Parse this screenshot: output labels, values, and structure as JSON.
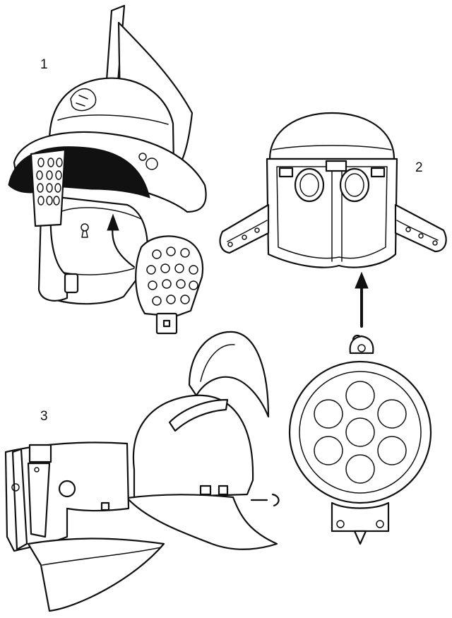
{
  "figure": {
    "labels": {
      "one": "1",
      "two": "2",
      "three": "3"
    }
  },
  "colors": {
    "ink": "#111111",
    "paper": "#ffffff"
  }
}
